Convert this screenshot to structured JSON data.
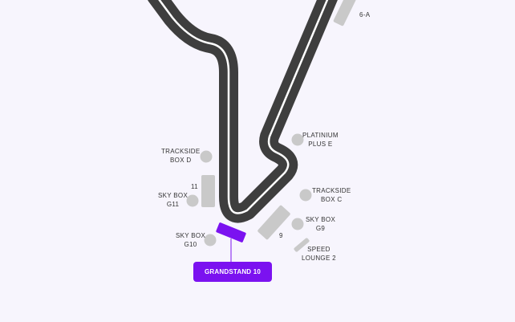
{
  "colors": {
    "background": "#f7f5fd",
    "track": "#3e3e3e",
    "track_line": "#ffffff",
    "facility": "#c9c9c9",
    "selected": "#7b12f0",
    "label_text": "#333333"
  },
  "selected": {
    "label": "GRANDSTAND 10"
  },
  "labels": {
    "six_a": "6-A",
    "platinium": {
      "line1": "PLATINIUM",
      "line2": "PLUS E"
    },
    "trackside_d": {
      "line1": "TRACKSIDE",
      "line2": "BOX D"
    },
    "eleven": "11",
    "sky_g11": {
      "line1": "SKY BOX",
      "line2": "G11"
    },
    "trackside_c": {
      "line1": "TRACKSIDE",
      "line2": "BOX C"
    },
    "sky_g9": {
      "line1": "SKY BOX",
      "line2": "G9"
    },
    "nine": "9",
    "sky_g10": {
      "line1": "SKY BOX",
      "line2": "G10"
    },
    "speed_lounge": {
      "line1": "SPEED",
      "line2": "LOUNGE 2"
    }
  }
}
